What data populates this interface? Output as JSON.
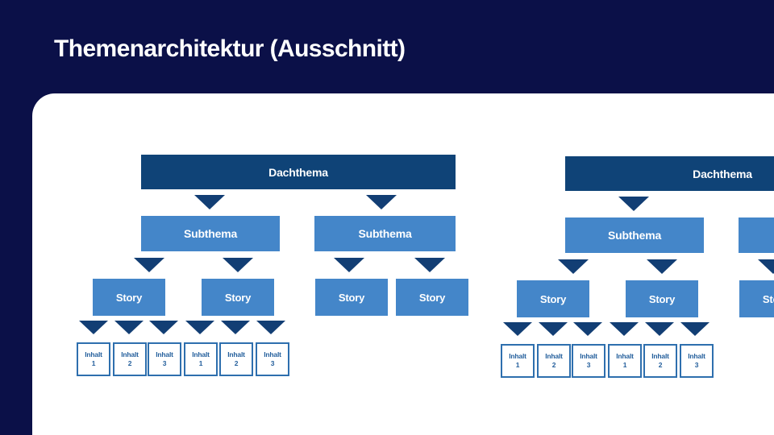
{
  "slide": {
    "title": "Themenarchitektur (Ausschnitt)"
  },
  "theme_colors": {
    "background": "#0b1048",
    "panel": "#ffffff",
    "root_box": "#0f4377",
    "branch_box": "#4486c9",
    "arrow": "#123e74",
    "content_box_border": "#2e6fae",
    "content_box_text": "#245f9c",
    "box_text": "#ffffff"
  },
  "diagram": {
    "root_label": "Dachthema",
    "subtheme_label": "Subthema",
    "story_label": "Story",
    "content_label": "Inhalt",
    "content_numbers": [
      "1",
      "2",
      "3"
    ]
  }
}
